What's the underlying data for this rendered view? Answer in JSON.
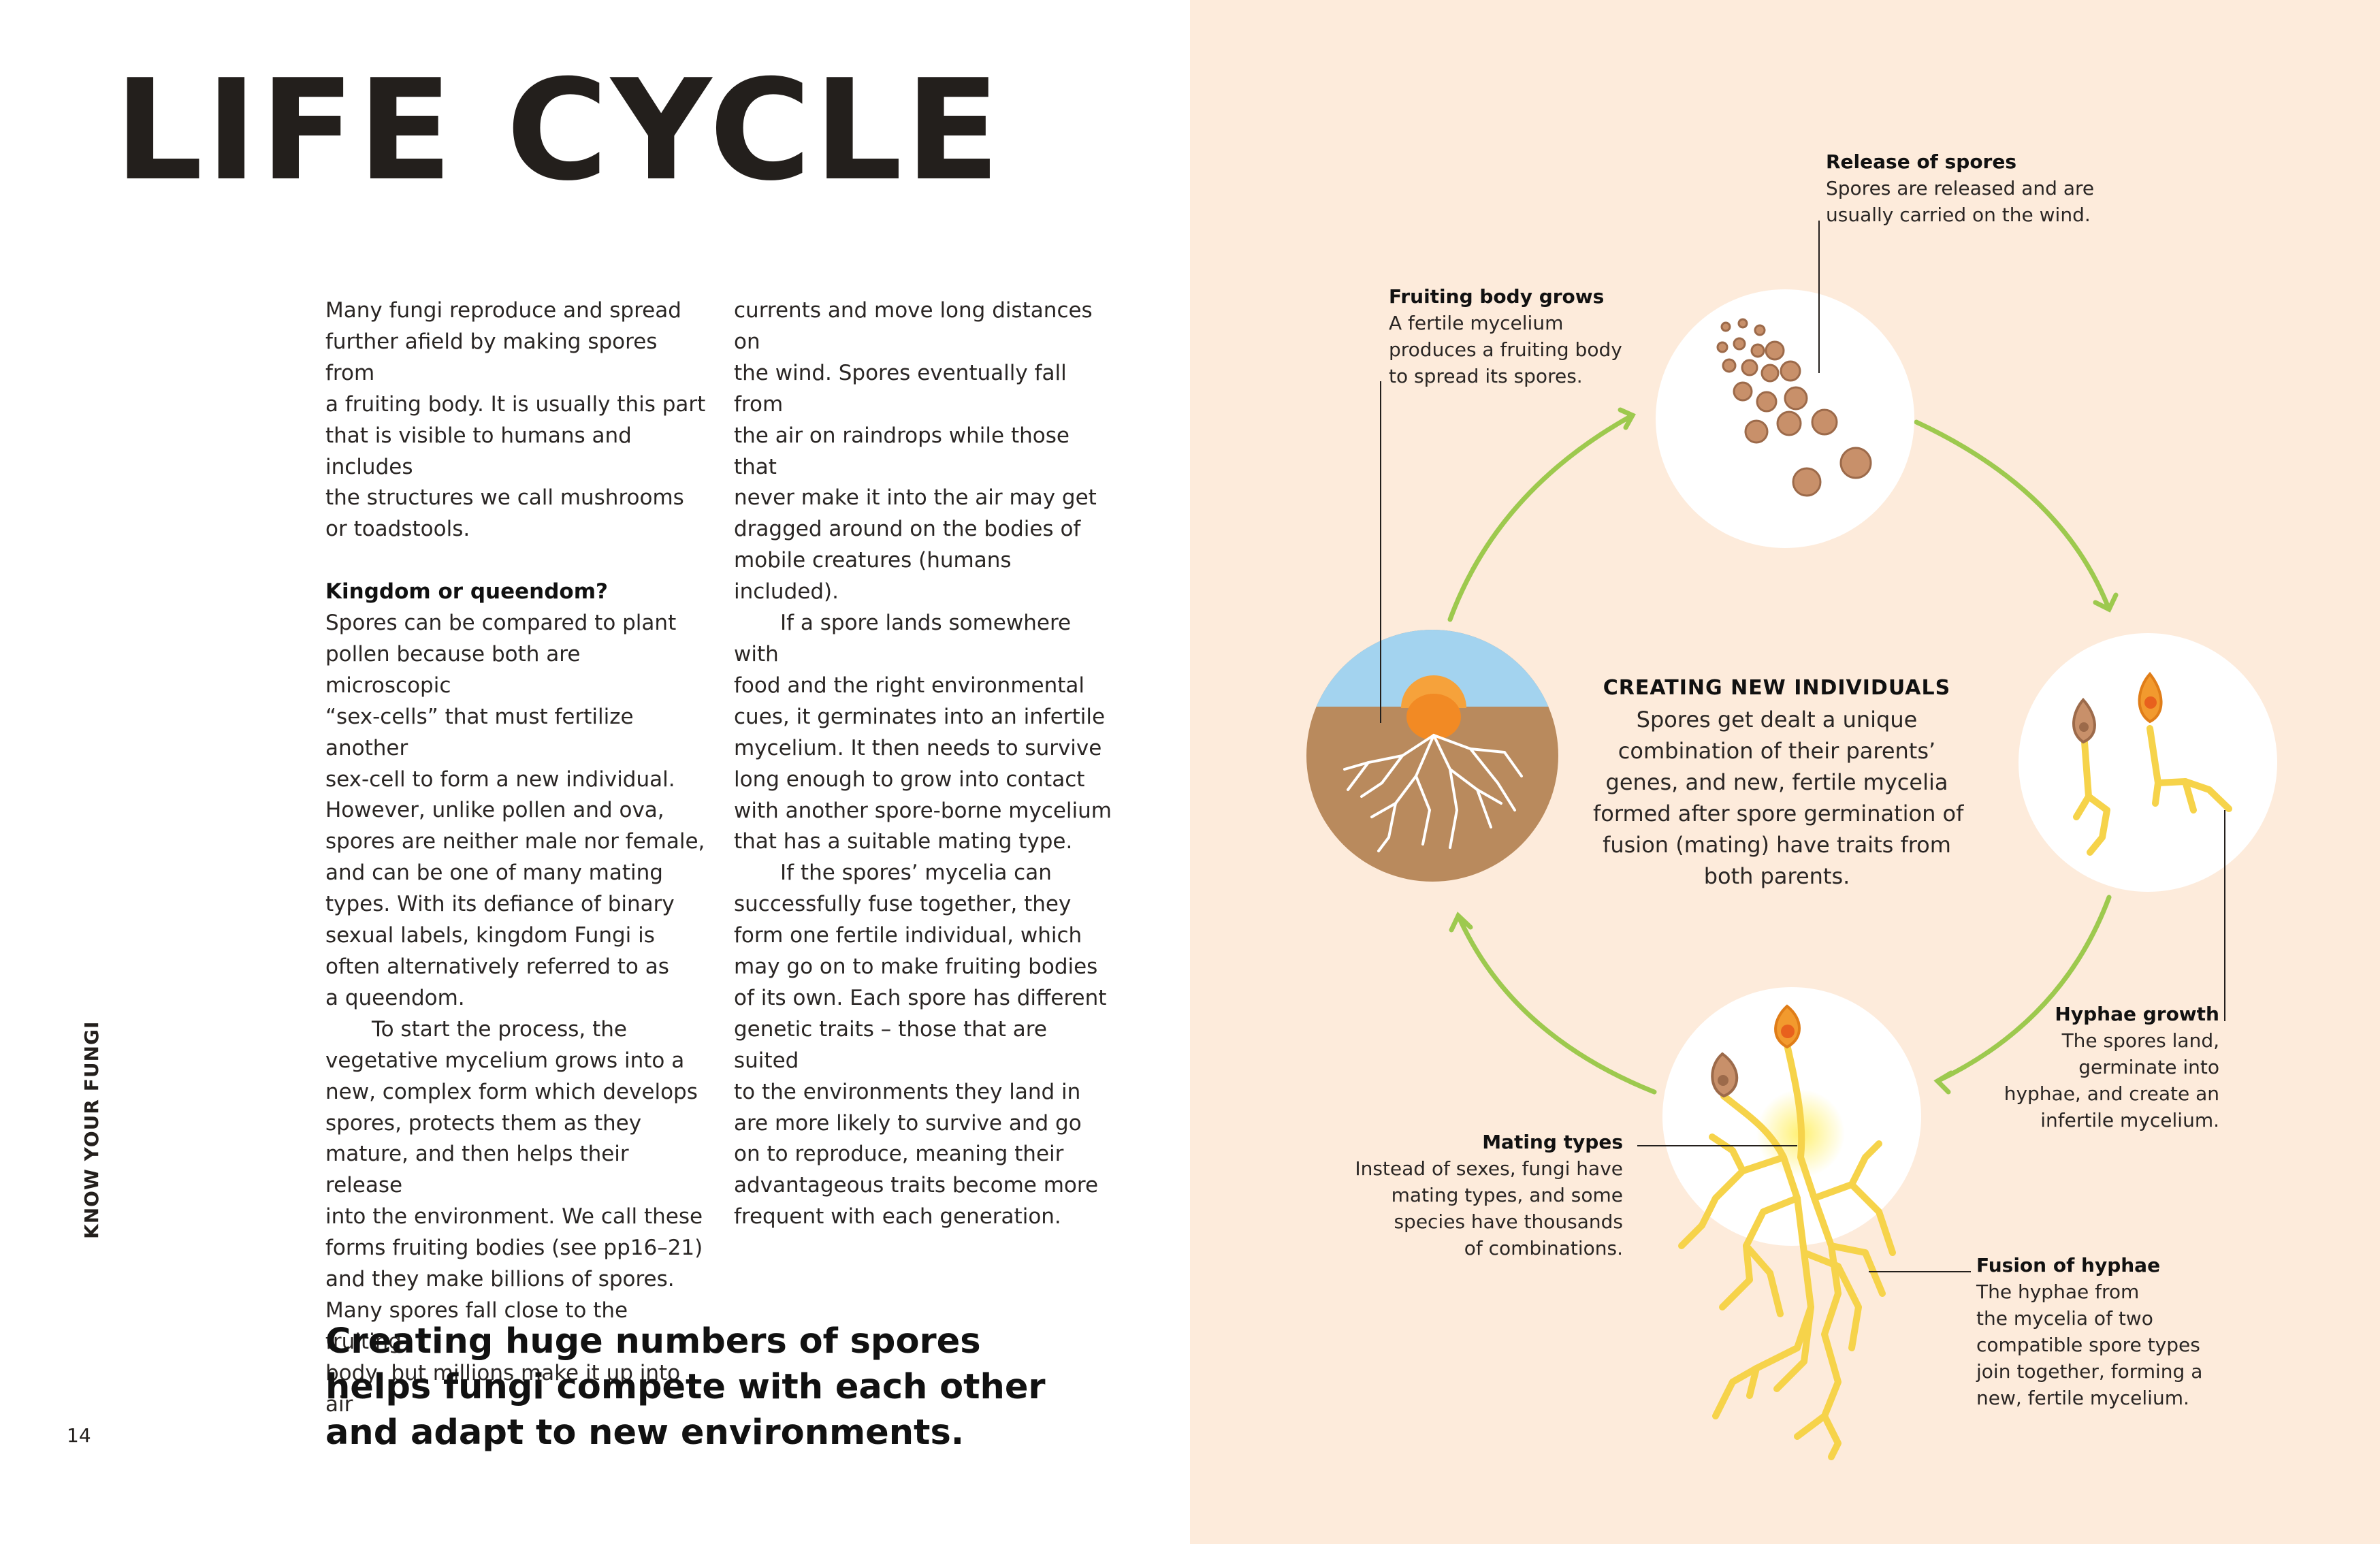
{
  "title": "LIFE CYCLE",
  "body": {
    "col1": {
      "p1": [
        "Many fungi reproduce and spread",
        "further afield by making spores from",
        "a fruiting body. It is usually this part",
        "that is visible to humans and includes",
        "the structures we call mushrooms",
        "or toadstools."
      ],
      "heading": "Kingdom or queendom?",
      "p2": [
        "Spores can be compared to plant",
        "pollen because both are microscopic",
        "“sex-cells” that must fertilize another",
        "sex-cell to form a new individual.",
        "However, unlike pollen and ova,",
        "spores are neither male nor female,",
        "and can be one of many mating",
        "types. With its defiance of binary",
        "sexual labels, kingdom Fungi is",
        "often alternatively referred to as",
        "a queendom."
      ],
      "p3": [
        "To start the process, the",
        "vegetative mycelium grows into a",
        "new, complex form which develops",
        "spores, protects them as they",
        "mature, and then helps their release",
        "into the environment. We call these",
        "forms fruiting bodies (see pp16–21)",
        "and they make billions of spores.",
        "Many spores fall close to the fruiting",
        "body, but millions make it up into air"
      ]
    },
    "col2": {
      "p1": [
        "currents and move long distances on",
        "the wind. Spores eventually fall from",
        "the air on raindrops while those that",
        "never make it into the air may get",
        "dragged around on the bodies of",
        "mobile creatures (humans included)."
      ],
      "p2": [
        "If a spore lands somewhere with",
        "food and the right environmental",
        "cues, it germinates into an infertile",
        "mycelium. It then needs to survive",
        "long enough to grow into contact",
        "with another spore-borne mycelium",
        "that has a suitable mating type."
      ],
      "p3": [
        "If the spores’ mycelia can",
        "successfully fuse together, they",
        "form one fertile individual, which",
        "may go on to make fruiting bodies",
        "of its own. Each spore has different",
        "genetic traits – those that are suited",
        "to the environments they land in",
        "are more likely to survive and go",
        "on to reproduce, meaning their",
        "advantageous traits become more",
        "frequent with each generation."
      ]
    }
  },
  "pull_quote": [
    "Creating huge numbers of spores",
    "helps fungi compete with each other",
    "and adapt to new environments."
  ],
  "side_label": "KNOW YOUR FUNGI",
  "page_number": "14",
  "diagram": {
    "center": {
      "heading": "CREATING NEW INDIVIDUALS",
      "lines": [
        "Spores get dealt a unique",
        "combination of their parents’",
        "genes, and new, fertile mycelia",
        "formed after spore germination of",
        "fusion (mating) have traits from",
        "both parents."
      ]
    },
    "release": {
      "heading": "Release of spores",
      "lines": [
        "Spores are released and are",
        "usually carried on the wind."
      ]
    },
    "fruiting": {
      "heading": "Fruiting body grows",
      "lines": [
        "A fertile mycelium",
        "produces a fruiting body",
        "to spread its spores."
      ]
    },
    "hyphae": {
      "heading": "Hyphae growth",
      "lines": [
        "The spores land,",
        "germinate into",
        "hyphae, and create an",
        "infertile mycelium."
      ]
    },
    "mating": {
      "heading": "Mating types",
      "lines": [
        "Instead of sexes, fungi have",
        "mating types, and some",
        "species have thousands",
        "of combinations."
      ]
    },
    "fusion": {
      "heading": "Fusion of hyphae",
      "lines": [
        "The hyphae from",
        "the mycelia of two",
        "compatible spore types",
        "join together, forming a",
        "new, fertile mycelium."
      ]
    },
    "icons": [
      "spore-cluster",
      "germinating-spores",
      "fusing-hyphae",
      "fruiting-body-in-soil",
      "cycle-arrows"
    ]
  },
  "colors": {
    "right_bg": "#fdebdb",
    "arrow": "#9dc94e",
    "hyphae": "#f6d34a",
    "spore_tan": "#c8906a",
    "spore_orange": "#f29a2e",
    "sky": "#a3d3ef",
    "soil": "#b98a5d",
    "text": "#231f1c"
  }
}
